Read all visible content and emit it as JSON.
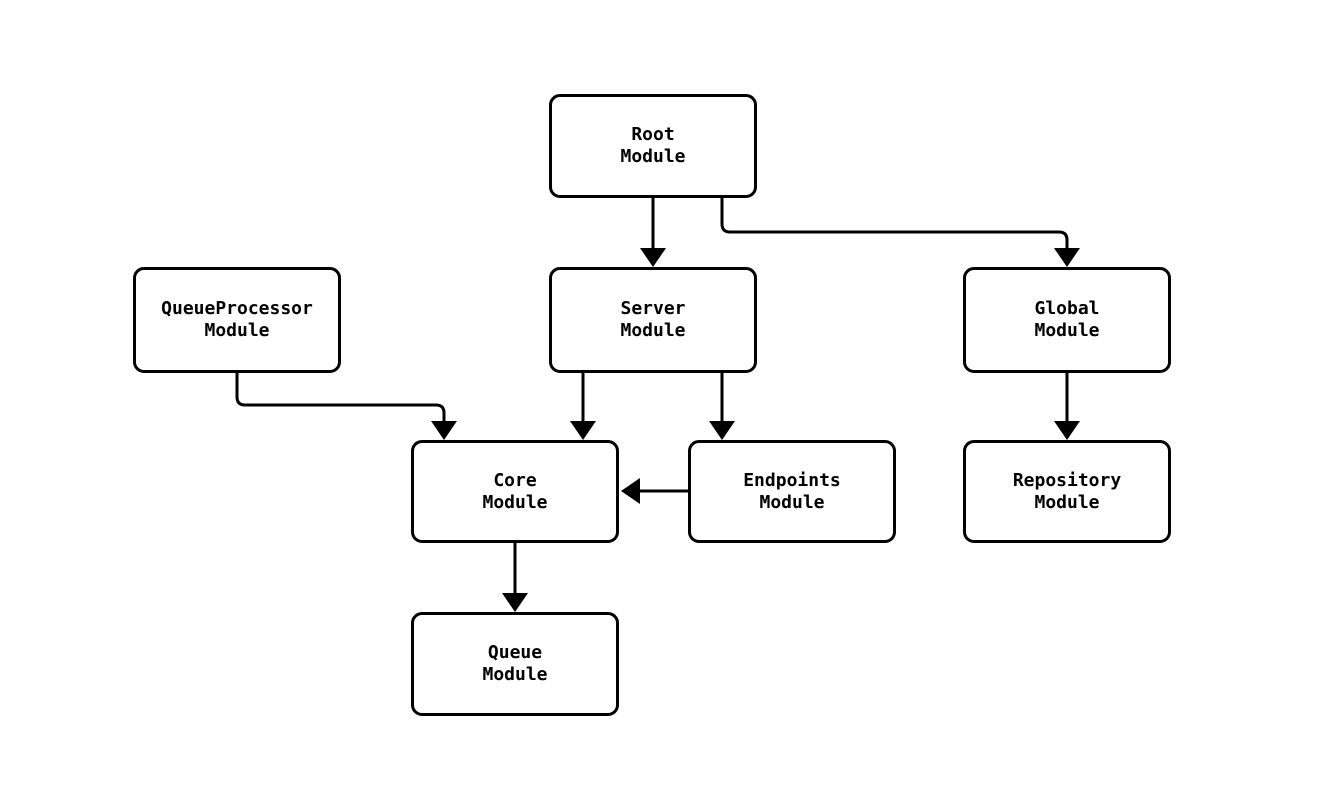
{
  "diagram": {
    "type": "module-dependency-graph",
    "colors": {
      "background": "#ffffff",
      "line": "#000000",
      "node_fill": "#ffffff",
      "node_border": "#000000",
      "text": "#000000"
    },
    "nodes": [
      {
        "id": "root-module",
        "lines": [
          "Root",
          "Module"
        ]
      },
      {
        "id": "queueprocessor-module",
        "lines": [
          "QueueProcessor",
          "Module"
        ]
      },
      {
        "id": "server-module",
        "lines": [
          "Server",
          "Module"
        ]
      },
      {
        "id": "global-module",
        "lines": [
          "Global",
          "Module"
        ]
      },
      {
        "id": "core-module",
        "lines": [
          "Core",
          "Module"
        ]
      },
      {
        "id": "endpoints-module",
        "lines": [
          "Endpoints",
          "Module"
        ]
      },
      {
        "id": "repository-module",
        "lines": [
          "Repository",
          "Module"
        ]
      },
      {
        "id": "queue-module",
        "lines": [
          "Queue",
          "Module"
        ]
      }
    ],
    "edges": [
      {
        "from": "Root Module",
        "to": "Server Module"
      },
      {
        "from": "Root Module",
        "to": "Global Module"
      },
      {
        "from": "QueueProcessor Module",
        "to": "Core Module"
      },
      {
        "from": "Server Module",
        "to": "Core Module"
      },
      {
        "from": "Server Module",
        "to": "Endpoints Module"
      },
      {
        "from": "Global Module",
        "to": "Repository Module"
      },
      {
        "from": "Endpoints Module",
        "to": "Core Module"
      },
      {
        "from": "Core Module",
        "to": "Queue Module"
      }
    ]
  }
}
